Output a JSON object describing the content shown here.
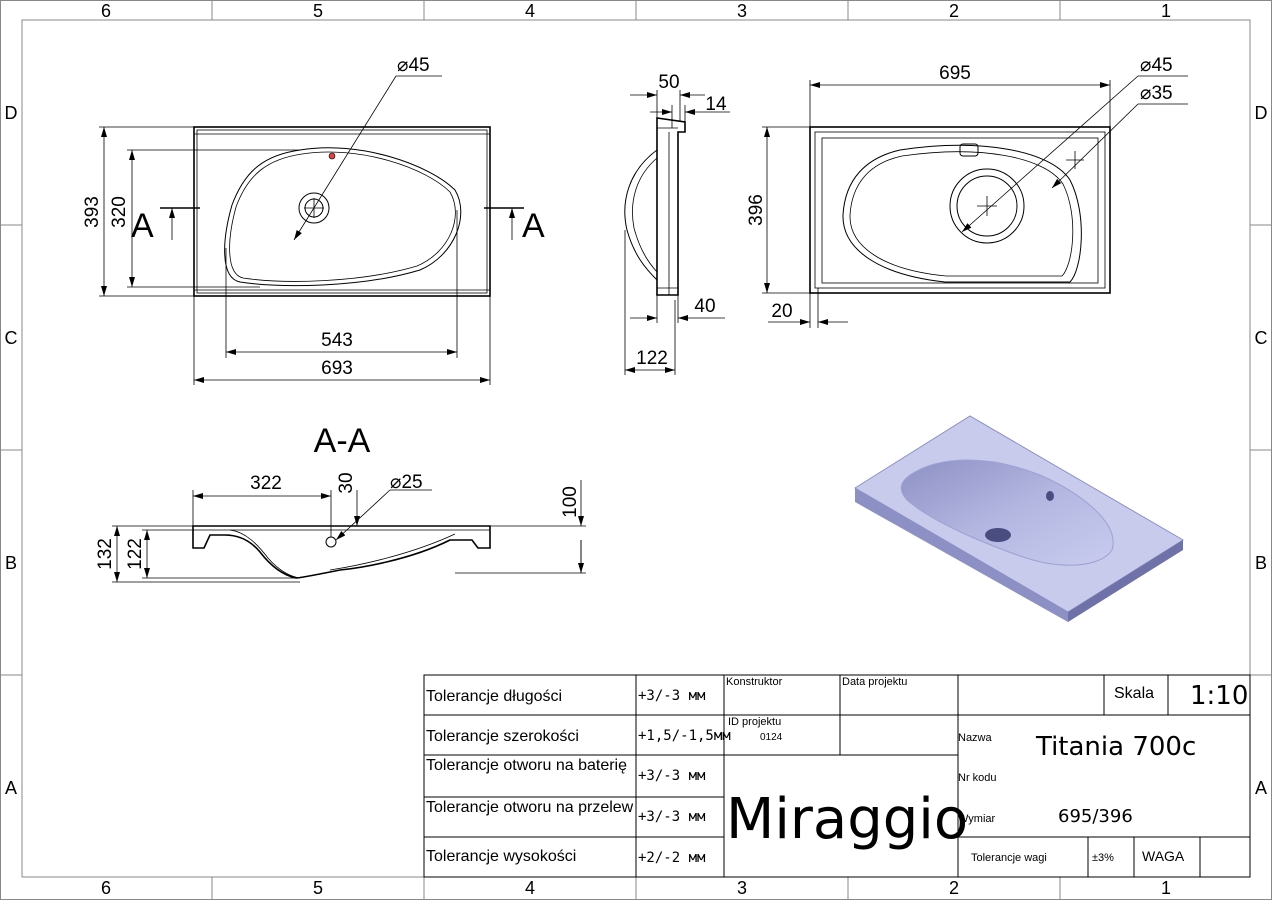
{
  "frame": {
    "cols_top": [
      "6",
      "5",
      "4",
      "3",
      "2",
      "1"
    ],
    "cols_bottom": [
      "6",
      "5",
      "4",
      "3",
      "2",
      "1"
    ],
    "rows_left": [
      "D",
      "C",
      "B",
      "A"
    ],
    "rows_right": [
      "D",
      "C",
      "B",
      "A"
    ]
  },
  "top_view": {
    "dia_hole": "⌀45",
    "height_outer": "393",
    "height_inner": "320",
    "section_mark_left": "A",
    "section_mark_right": "A",
    "width_bowl": "543",
    "width_total": "693"
  },
  "side_view": {
    "dim_top": "50",
    "dim_lip": "14",
    "dim_base": "40",
    "dim_depth": "122"
  },
  "right_view": {
    "width": "695",
    "height": "396",
    "dia_outer": "⌀45",
    "dia_inner": "⌀35",
    "offset": "20"
  },
  "section_view": {
    "title": "A-A",
    "dim_322": "322",
    "dim_30": "30",
    "dia_25": "⌀25",
    "dim_100": "100",
    "dim_132": "132",
    "dim_122": "122"
  },
  "title_block": {
    "tolerances": [
      {
        "label": "Tolerancje długości",
        "value": "+3/-3 мм"
      },
      {
        "label": "Tolerancje szerokości",
        "value": "+1,5/-1,5мм"
      },
      {
        "label": "Tolerancje otworu na baterię",
        "value": "+3/-3 мм"
      },
      {
        "label": "Tolerancje otworu na przelew",
        "value": "+3/-3 мм"
      },
      {
        "label": "Tolerancje wysokości",
        "value": "+2/-2 мм"
      }
    ],
    "konstruktor_label": "Konstruktor",
    "data_projektu_label": "Data projektu",
    "id_projektu_label": "ID projektu",
    "id_projektu_value": "0124",
    "company": "Miraggio",
    "skala_label": "Skala",
    "skala_value": "1:10",
    "nazwa_label": "Nazwa",
    "nazwa_value": "Titania 700c",
    "nr_kodu_label": "Nr kodu",
    "wymiar_label": "Wymiar",
    "wymiar_value": "695/396",
    "tolerancje_wagi_label": "Tolerancje wagi",
    "tolerancje_wagi_value": "±3%",
    "waga_label": "WAGA"
  },
  "colors": {
    "render_top": "#c8cbeb",
    "render_side": "#8d90c4",
    "render_bowl": "#a7aad8"
  }
}
